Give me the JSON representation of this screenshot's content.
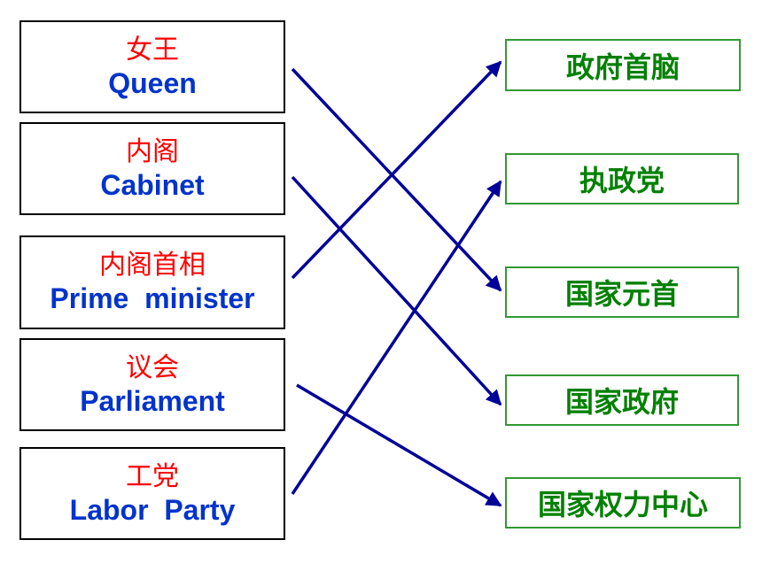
{
  "left_items": [
    {
      "zh": "女王",
      "en": "Queen"
    },
    {
      "zh": "内阁",
      "en": "Cabinet"
    },
    {
      "zh": "内阁首相",
      "en": "Prime  minister"
    },
    {
      "zh": "议会",
      "en": "Parliament"
    },
    {
      "zh": "工党",
      "en": "Labor  Party"
    }
  ],
  "right_items": [
    "政府首脑",
    "执政党",
    "国家元首",
    "国家政府",
    "国家权力中心"
  ],
  "matches": [
    {
      "from": "女王",
      "to": "国家元首"
    },
    {
      "from": "内阁",
      "to": "国家政府"
    },
    {
      "from": "内阁首相",
      "to": "政府首脑"
    },
    {
      "from": "议会",
      "to": "国家权力中心"
    },
    {
      "from": "工党",
      "to": "执政党"
    }
  ],
  "colors": {
    "left_label": "#ff0000",
    "left_english": "#0033cc",
    "right_text": "#008000",
    "right_border": "#339933",
    "arrow": "#000099"
  }
}
